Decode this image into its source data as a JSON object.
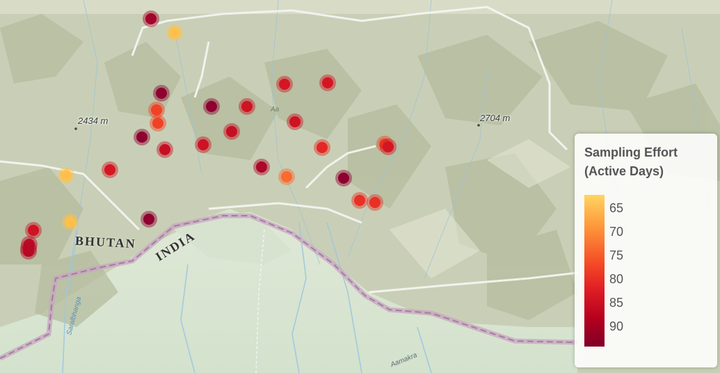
{
  "legend": {
    "title_line1": "Sampling Effort",
    "title_line2": "(Active Days)",
    "ticks": [
      {
        "label": "65"
      },
      {
        "label": "70"
      },
      {
        "label": "75"
      },
      {
        "label": "80"
      },
      {
        "label": "85"
      },
      {
        "label": "90"
      }
    ]
  },
  "labels": {
    "elevation_west": "2434 m",
    "elevation_east": "2704 m",
    "country_bhutan": "BHUTAN",
    "country_india": "INDIA",
    "river_saralbhanga": "Saralbhanga",
    "river_manas": "Aa",
    "river_aamakra": "Aamakra"
  },
  "colors": {
    "effort_65": "#ffc94f",
    "effort_70": "#fe9a3c",
    "effort_75": "#f54b26",
    "effort_80": "#e01e24",
    "effort_85": "#c10b24",
    "effort_90": "#8e0030"
  },
  "stations": [
    {
      "effort": 88
    },
    {
      "effort": 66
    },
    {
      "effort": 92
    },
    {
      "effort": 76
    },
    {
      "effort": 76
    },
    {
      "effort": 90
    },
    {
      "effort": 84
    },
    {
      "effort": 92
    },
    {
      "effort": 83
    },
    {
      "effort": 84
    },
    {
      "effort": 83
    },
    {
      "effort": 82
    },
    {
      "effort": 82
    },
    {
      "effort": 83
    },
    {
      "effort": 79
    },
    {
      "effort": 76
    },
    {
      "effort": 87
    },
    {
      "effort": 73
    },
    {
      "effort": 82
    },
    {
      "effort": 90
    },
    {
      "effort": 78
    },
    {
      "effort": 78
    },
    {
      "effort": 82
    },
    {
      "effort": 83
    },
    {
      "effort": 66
    },
    {
      "effort": 66
    },
    {
      "effort": 91
    },
    {
      "effort": 85
    },
    {
      "effort": 86
    },
    {
      "effort": 86
    }
  ]
}
